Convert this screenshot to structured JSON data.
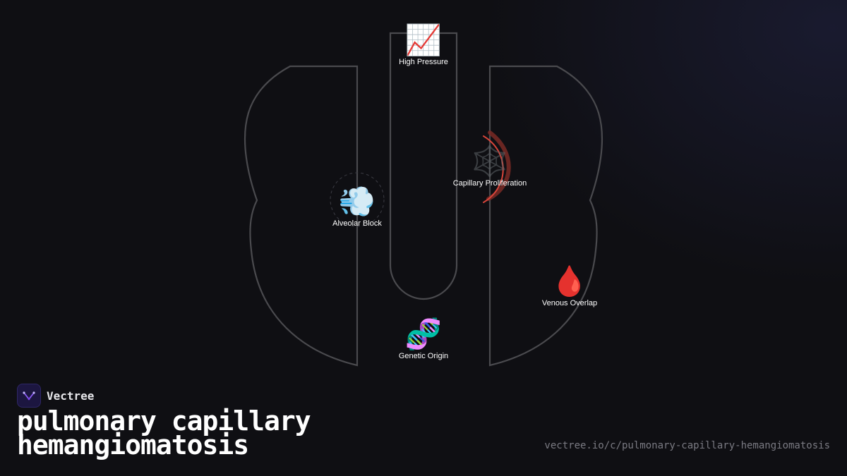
{
  "diagram": {
    "nodes": [
      {
        "icon": "📈",
        "icon_name": "chart-increasing-icon",
        "label": "High Pressure"
      },
      {
        "icon": "🕸️",
        "icon_name": "spider-web-icon",
        "label": "Capillary Proliferation"
      },
      {
        "icon": "💨",
        "icon_name": "dash-wind-icon",
        "label": "Alveolar Block"
      },
      {
        "icon": "🩸",
        "icon_name": "blood-drop-icon",
        "label": "Venous Overlap"
      },
      {
        "icon": "🧬",
        "icon_name": "dna-icon",
        "label": "Genetic Origin"
      }
    ]
  },
  "brand": {
    "name": "Vectree"
  },
  "title": {
    "line1": "pulmonary capillary",
    "line2": "hemangiomatosis"
  },
  "url": "vectree.io/c/pulmonary-capillary-hemangiomatosis",
  "colors": {
    "background": "#0f0f13",
    "outline": "#4a4a4e",
    "accent_red": "#d9453a",
    "logo_bg": "#1c1640",
    "logo_mark": "#8b5cf6"
  }
}
